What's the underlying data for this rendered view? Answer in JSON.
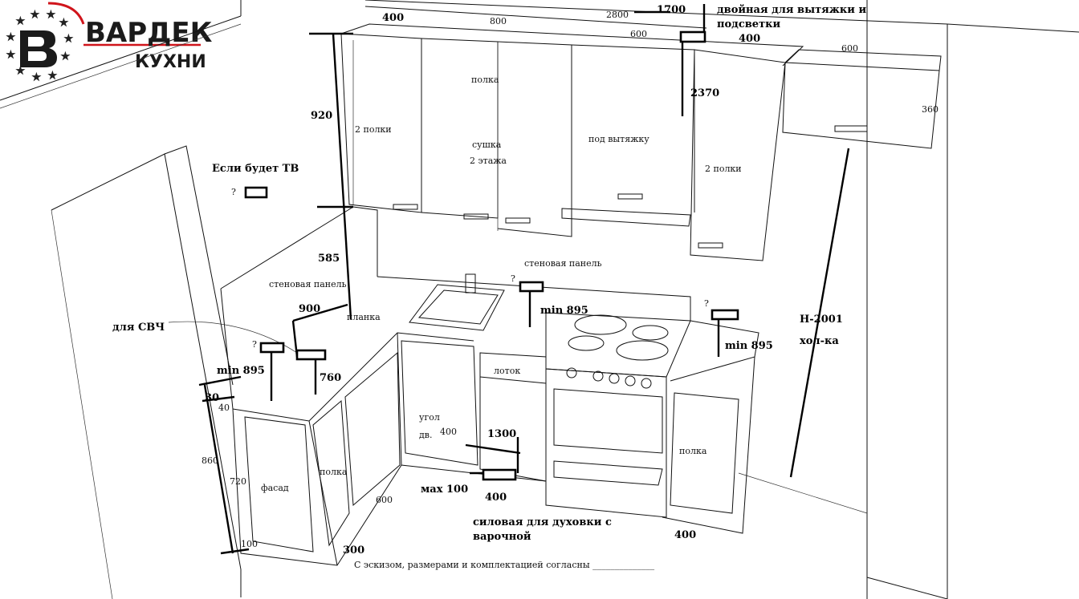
{
  "logo": {
    "brand": "ВАРДЕК",
    "sub": "КУХНИ",
    "letter": "B",
    "colors": {
      "dark": "#1b1b1b",
      "red": "#d0141b"
    }
  },
  "dimensions": {
    "d400_top": "400",
    "d800": "800",
    "d2800": "2800",
    "d1700": "1700",
    "d600_hood": "600",
    "d400_socket_top": "400",
    "d600_right": "600",
    "d2370": "2370",
    "d360": "360",
    "d920": "920",
    "d585": "585",
    "d900": "900",
    "d760": "760",
    "d30": "30",
    "d40": "40",
    "d860": "860",
    "d720": "720",
    "d100_floor": "100",
    "d300": "300",
    "d600_base": "600",
    "d400_corner": "400",
    "d1300": "1300",
    "dmax100": "мах 100",
    "d400_bottom": "400",
    "d400_right": "400",
    "min895_a": "min 895",
    "min895_b": "min 895",
    "min895_c": "min 895",
    "h2001": "Н-2001",
    "fridge": "хол-ка"
  },
  "labels": {
    "hood_socket_note_line1": "двойная для вытяжки и",
    "hood_socket_note_line2": "подсветки",
    "polka_top": "полка",
    "sushka1": "сушка",
    "sushka2": "2 этажа",
    "two_shelves_left": "2 полки",
    "two_shelves_right": "2 полки",
    "under_hood": "под вытяжку",
    "tv_note": "Если будет ТВ",
    "q_tv": "?",
    "wall_panel_left": "стеновая панель",
    "wall_panel_center": "стеновая панель",
    "q_center": "?",
    "q_left": "?",
    "q_right": "?",
    "planka": "планка",
    "microwave": "для СВЧ",
    "lotok": "лоток",
    "ugol1": "угол",
    "ugol2": "дв.",
    "polka_left": "полка",
    "fasad": "фасад",
    "polka_right": "полка",
    "power_note_line1": "силовая для духовки с",
    "power_note_line2": "варочной",
    "agreement": "С эскизом, размерами и комплектацией согласны ______________"
  }
}
